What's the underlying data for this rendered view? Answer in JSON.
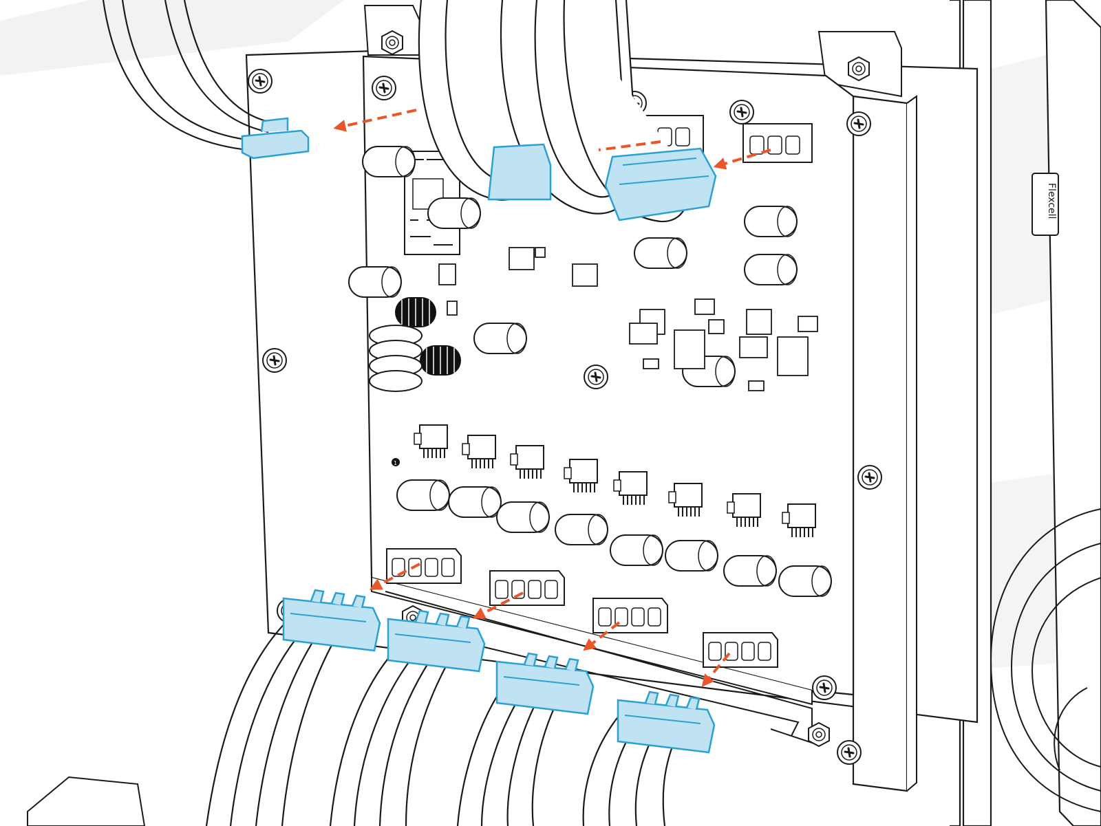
{
  "figure": {
    "kind": "exploded assembly illustration",
    "subject": "controller circuit board with cable connectors being unplugged"
  },
  "colors": {
    "line": "#1a1a1a",
    "connector_fill": "#bfe3f2",
    "connector_stroke": "#2aa0d4",
    "arrow": "#e8562a",
    "shadow": "#eeeeee",
    "toroid": "#111111"
  },
  "labels": {
    "rail_logo": "Flexcell",
    "board_marker": "1"
  },
  "icons": [
    "phillips-screw-icon",
    "hex-nut-icon",
    "unplug-arrow-icon"
  ],
  "steps": [
    {
      "action": "unplug",
      "connector": "2-pin top-left"
    },
    {
      "action": "unplug",
      "connector": "top-right multi-pin"
    },
    {
      "action": "unplug",
      "connector": "bottom 4-pin x4"
    }
  ]
}
